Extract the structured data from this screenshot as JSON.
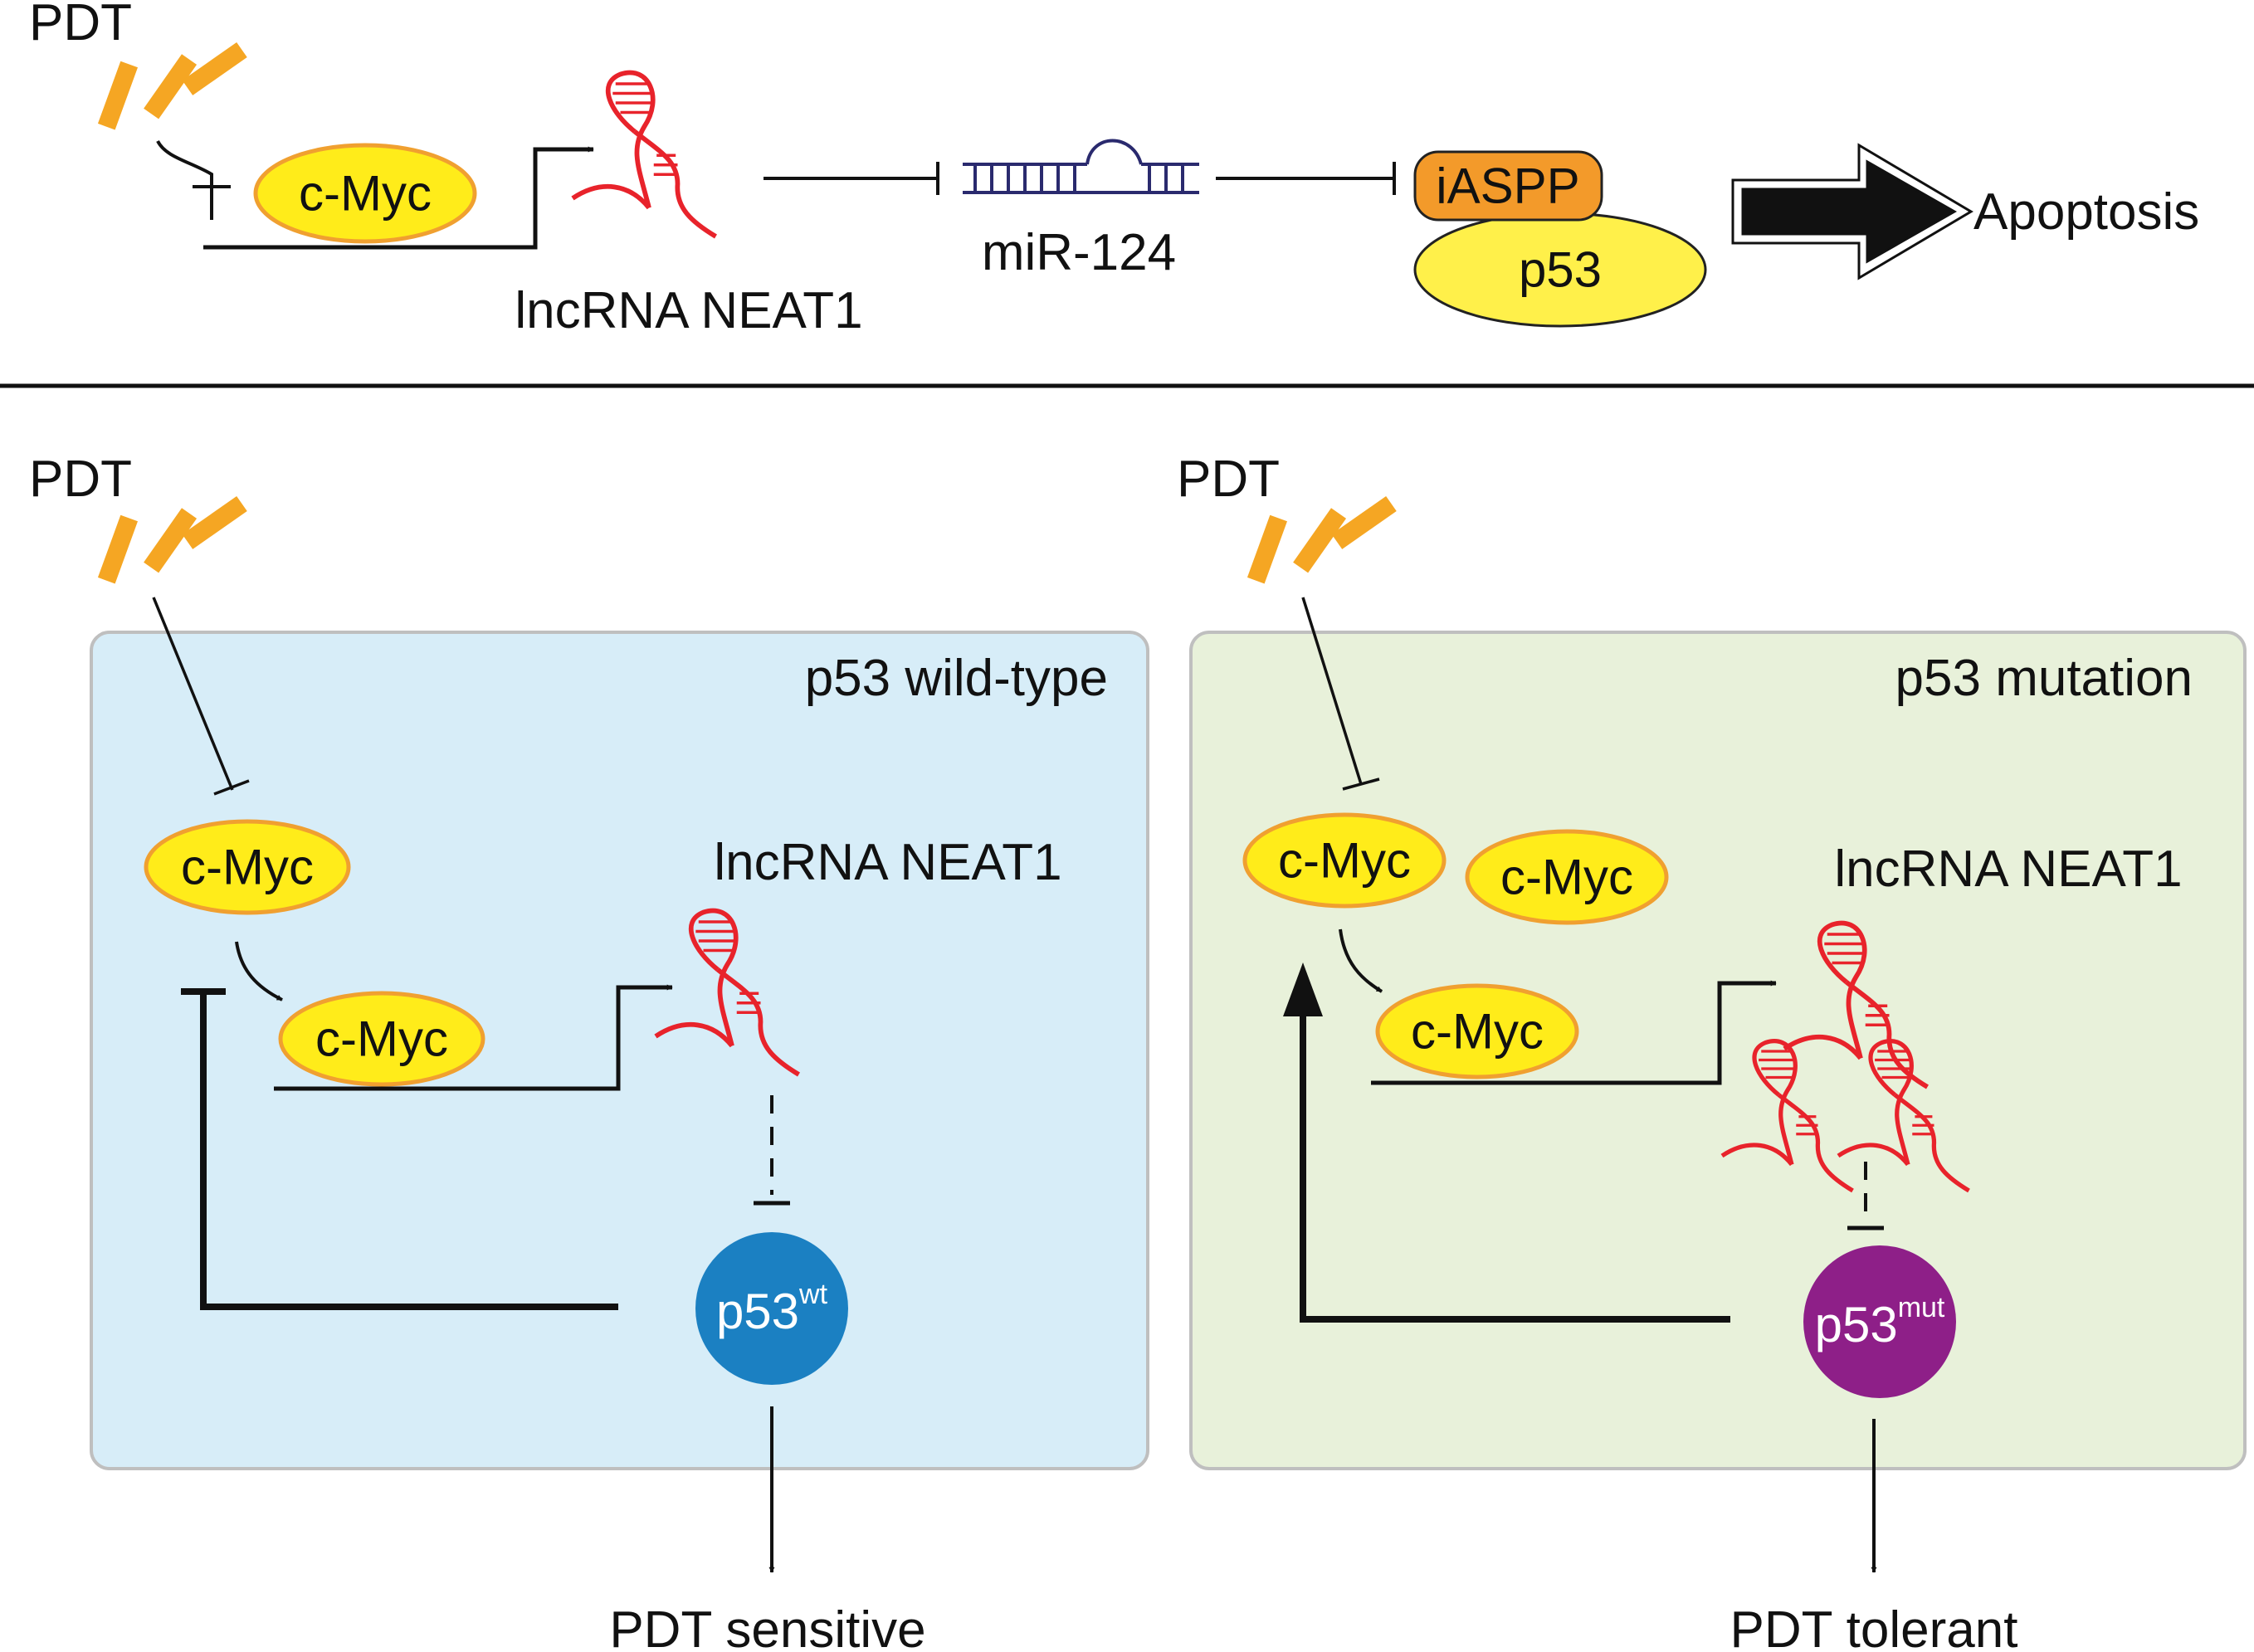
{
  "colors": {
    "ray": "#f5a623",
    "oval_fill": "#ffec1a",
    "oval_stroke": "#f0a030",
    "iaspp_fill": "#f39a2a",
    "p53_top_fill": "#fff04a",
    "rna": "#e8232b",
    "mirna": "#2a2a6e",
    "panel_left": "#d7edf8",
    "panel_right": "#e8f1da",
    "p53_wt": "#1b80c2",
    "p53_mut": "#8e1f88"
  },
  "top": {
    "pdt": "PDT",
    "cmyc": "c-Myc",
    "neat1": "lncRNA NEAT1",
    "mir": "miR-124",
    "iaspp": "iASPP",
    "p53": "p53",
    "apoptosis": "Apoptosis"
  },
  "left": {
    "pdt": "PDT",
    "panel_title": "p53  wild-type",
    "cmyc_1": "c-Myc",
    "cmyc_2": "c-Myc",
    "neat1": "lncRNA NEAT1",
    "p53_base": "p53",
    "p53_sup": "wt",
    "outcome": "PDT sensitive"
  },
  "right": {
    "pdt": "PDT",
    "panel_title": "p53  mutation",
    "cmyc_1": "c-Myc",
    "cmyc_2": "c-Myc",
    "cmyc_3": "c-Myc",
    "neat1": "lncRNA NEAT1",
    "p53_base": "p53",
    "p53_sup": "mut",
    "outcome": "PDT tolerant"
  },
  "icons": [
    "light-rays-icon",
    "rna-hairpin-icon",
    "mirna-duplex-icon",
    "block-arrow-icon"
  ]
}
